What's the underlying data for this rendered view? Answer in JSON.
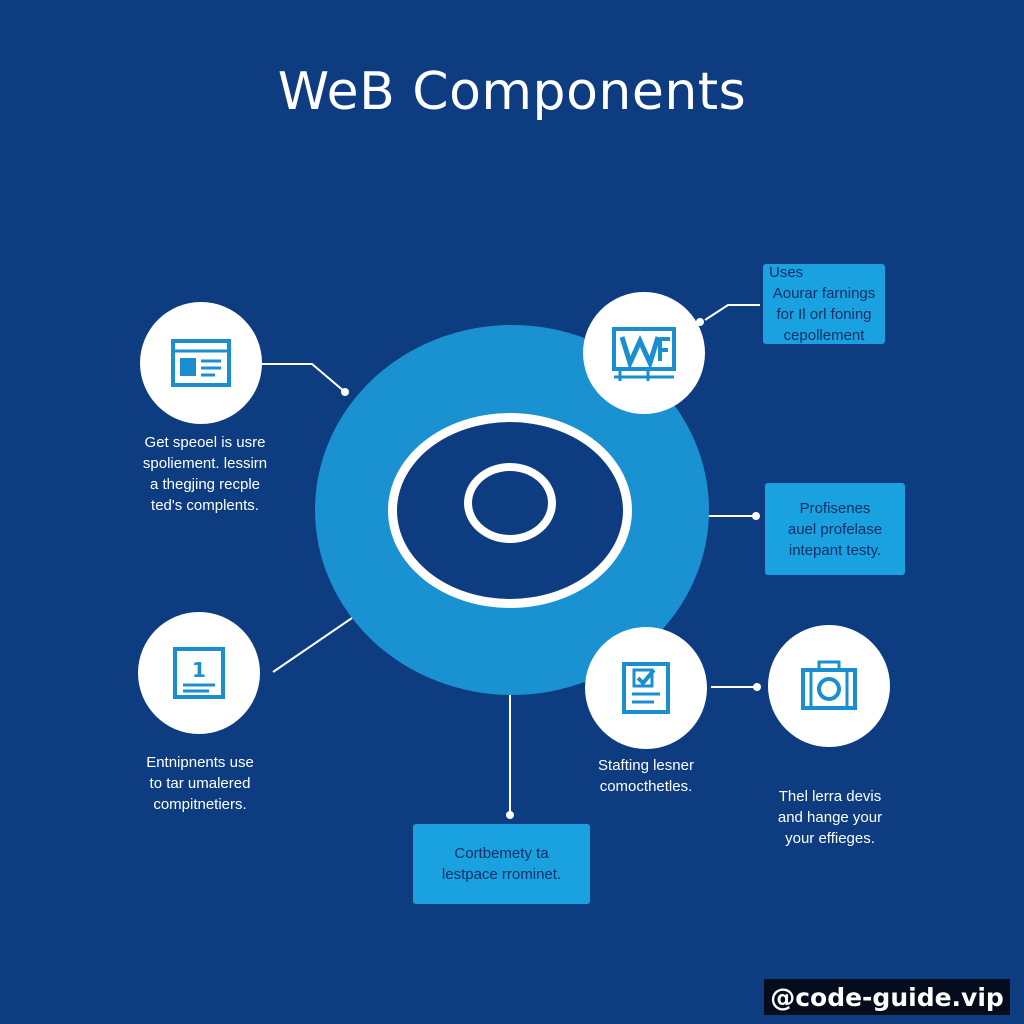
{
  "title": "WeB Components",
  "colors": {
    "background": "#0e3c80",
    "hub": "#1a92d2",
    "box": "#1aa2e0",
    "icon": "#1a8fd0",
    "line": "#ffffff"
  },
  "nodes": {
    "top_left": {
      "icon": "browser-window-icon",
      "caption": [
        "Get speoel is usre",
        "spoliement. lessirn",
        "a thegjing recple",
        "ted's complents."
      ]
    },
    "top_right": {
      "icon": "w-logo-icon",
      "callout": [
        "Uses",
        "Aourar farnings",
        "for Il orl foning",
        "cepollement"
      ]
    },
    "right_box": {
      "callout": [
        "Profisenes",
        "auel profelase",
        "intepant testy."
      ]
    },
    "bottom_left": {
      "icon": "numbered-document-icon",
      "icon_number": "1",
      "caption": [
        "Entnipnents use",
        "to tar umalered",
        "compitnetiers."
      ]
    },
    "bottom_mid_right": {
      "icon": "checked-document-icon",
      "caption": [
        "Stafting lesner",
        "comocthetles."
      ]
    },
    "bottom_far_right": {
      "icon": "camera-icon",
      "caption": [
        "Thel lerra devis",
        "and hange your",
        "your effieges."
      ]
    },
    "bottom_box": {
      "callout": [
        "Cortbemety ta",
        "lestpace rrominet."
      ]
    }
  },
  "watermark": "@code-guide.vip"
}
